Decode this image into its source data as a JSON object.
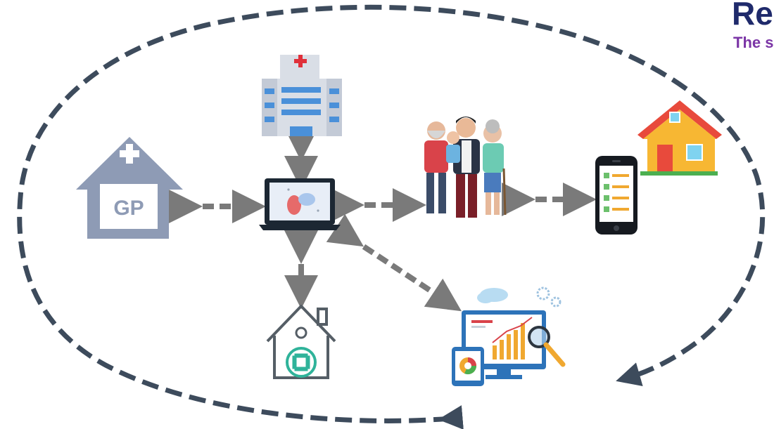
{
  "header": {
    "title": "Re",
    "subtitle": "The s"
  },
  "gp_practice": {
    "label": "GP"
  },
  "colors": {
    "cycle_dash": "#3d4b5c",
    "connector_arrow": "#7a7a7a",
    "gp_building": "#8e9bb5",
    "hospital_blue": "#4a90d9",
    "red_cross": "#e0303a",
    "care_home_green": "#2fb39a",
    "title_navy": "#1f2a6b",
    "subtitle_purple": "#7b35a6"
  },
  "icons": [
    "hospital-icon",
    "gp-practice-icon",
    "laptop-medication-icon",
    "family-icon",
    "smartphone-checklist-icon",
    "house-icon",
    "care-home-icon",
    "analytics-dashboard-icon"
  ]
}
